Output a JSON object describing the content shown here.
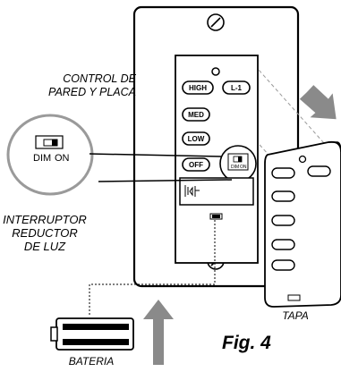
{
  "labels": {
    "control": [
      "CONTROL DE",
      "PARED Y PLACA"
    ],
    "interruptor": [
      "INTERRUPTOR",
      "REDUCTOR",
      "DE LUZ"
    ],
    "tapa": "TAPA",
    "bateria": "BATERIA",
    "figure": "Fig. 4"
  },
  "buttons": {
    "high": "HIGH",
    "l1": "L-1",
    "med": "MED",
    "low": "LOW",
    "off": "OFF"
  },
  "switch": {
    "dim": "DIM",
    "on": "ON"
  },
  "colors": {
    "arrow": "#8a8a8a",
    "stroke": "#000000",
    "dashed": "#999999",
    "callout_circle": "#9a9a9a"
  }
}
